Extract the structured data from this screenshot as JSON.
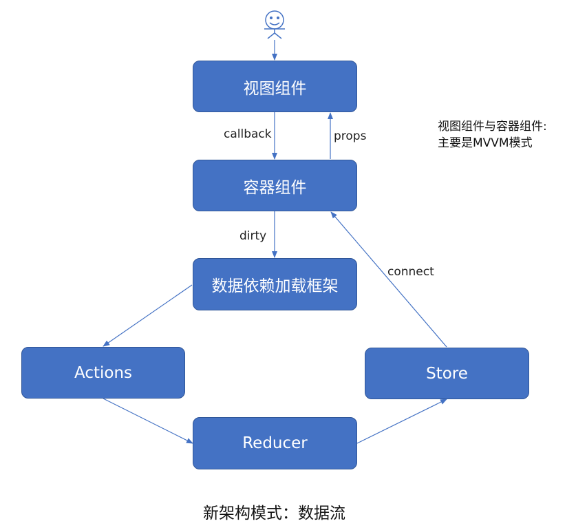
{
  "colors": {
    "box_fill": "#4472c4",
    "box_border": "#2f5597",
    "arrow": "#4472c4",
    "text": "#222222"
  },
  "actor_icon": "stick-figure-user-icon",
  "nodes": {
    "view_component": "视图组件",
    "container_component": "容器组件",
    "data_loader": "数据依赖加载框架",
    "actions": "Actions",
    "store": "Store",
    "reducer": "Reducer"
  },
  "edges": {
    "callback": "callback",
    "props": "props",
    "dirty": "dirty",
    "connect": "connect"
  },
  "note": {
    "line1": "视图组件与容器组件:",
    "line2": "主要是MVVM模式"
  },
  "caption": "新架构模式：数据流"
}
